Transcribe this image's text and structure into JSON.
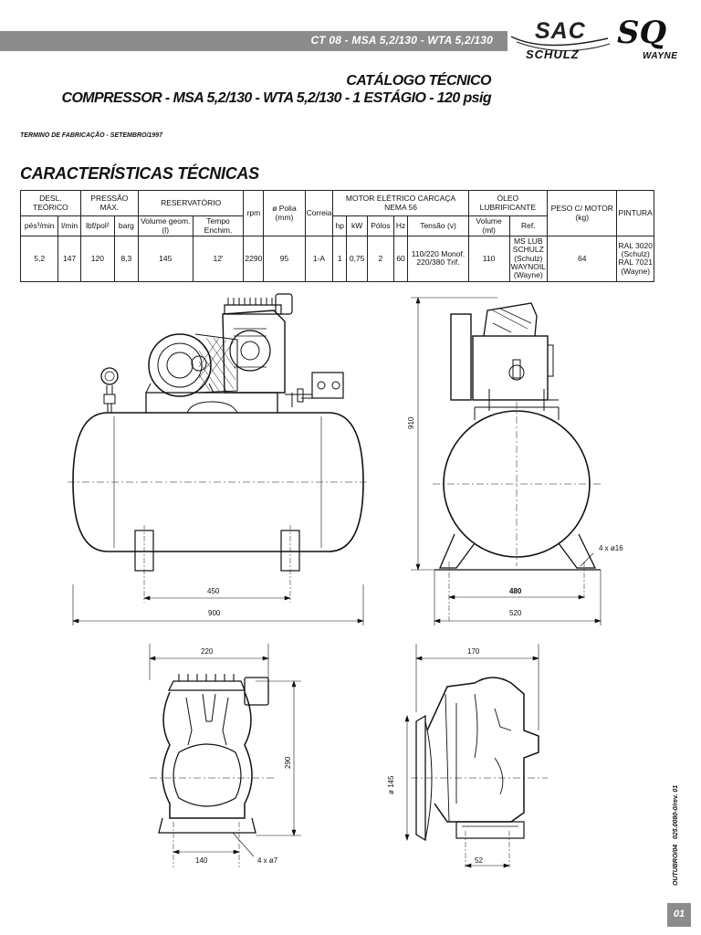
{
  "header": {
    "code": "CT 08 - MSA 5,2/130 - WTA 5,2/130"
  },
  "logos": {
    "sac": "SAC",
    "schulz": "SCHULZ",
    "sq": "SQ",
    "wayne": "WAYNE"
  },
  "title": {
    "line1": "CATÁLOGO TÉCNICO",
    "line2": "COMPRESSOR - MSA 5,2/130 - WTA 5,2/130 - 1 ESTÁGIO - 120 psig"
  },
  "end_note": "TERMINO DE FABRICAÇÃO - SETEMBRO/1997",
  "section_title": "CARACTERÍSTICAS TÉCNICAS",
  "table": {
    "groups": {
      "desl": "DESL. TEÓRICO",
      "pressao": "PRESSÃO MÁX.",
      "reservatorio": "RESERVATÓRIO",
      "rpm": "rpm",
      "polia": "ø Polia (mm)",
      "correia": "Correia",
      "motor": "MOTOR ELÉTRICO CARCAÇA NEMA 56",
      "oleo": "ÓLEO LUBRIFICANTE",
      "peso": "PESO C/ MOTOR (kg)",
      "pintura": "PINTURA"
    },
    "subheaders": {
      "pes": "pés³/min",
      "lmin": "l/min",
      "lbf": "lbf/pol²",
      "barg": "barg",
      "volume_geom": "Volume geom. (l)",
      "tempo": "Tempo Enchim.",
      "hp": "hp",
      "kw": "kW",
      "polos": "Pólos",
      "hz": "Hz",
      "tensao": "Tensão (v)",
      "volume_ml": "Volume (ml)",
      "ref": "Ref."
    },
    "row": {
      "pes": "5,2",
      "lmin": "147",
      "lbf": "120",
      "barg": "8,3",
      "volume_geom": "145",
      "tempo": "12'",
      "rpm": "2290",
      "polia": "95",
      "correia": "1-A",
      "hp": "1",
      "kw": "0,75",
      "polos": "2",
      "hz": "60",
      "tensao_1": "110/220 Monof.",
      "tensao_2": "220/380 Trif.",
      "volume_ml": "110",
      "ref_1": "MS LUB",
      "ref_2": "SCHULZ",
      "ref_3": "(Schulz)",
      "ref_4": "WAYNOIL",
      "ref_5": "(Wayne)",
      "peso": "64",
      "pintura_1": "RAL 3020",
      "pintura_2": "(Schulz)",
      "pintura_3": "RAL 7021",
      "pintura_4": "(Wayne)"
    }
  },
  "dimensions": {
    "front_450": "450",
    "front_900": "900",
    "side_910": "910",
    "side_480": "480",
    "side_520": "520",
    "side_holes": "4 x ø16",
    "pump_220": "220",
    "pump_290": "290",
    "pump_140": "140",
    "pump_holes": "4 x ø7",
    "pump_side_170": "170",
    "pump_side_145": "ø 145",
    "pump_side_52": "52"
  },
  "side_note": {
    "date": "OUTUBRO/04",
    "ref": "025.0080-0/rev. 01"
  },
  "page": "01"
}
